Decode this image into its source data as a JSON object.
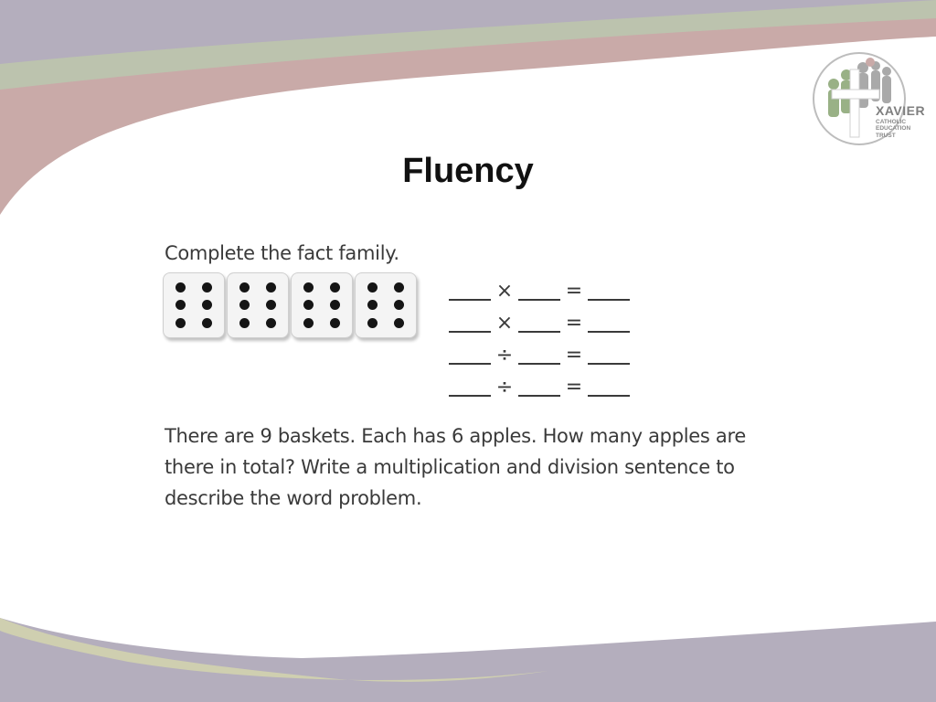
{
  "slide": {
    "title": "Fluency"
  },
  "logo": {
    "name": "XAVIER",
    "line1": "CATHOLIC",
    "line2": "EDUCATION",
    "line3": "TRUST"
  },
  "activity": {
    "heading": "Complete the fact family.",
    "dice_pips_each": 6,
    "dice_count": 4,
    "equations": [
      {
        "operator": "×",
        "equals": "="
      },
      {
        "operator": "×",
        "equals": "="
      },
      {
        "operator": "÷",
        "equals": "="
      },
      {
        "operator": "÷",
        "equals": "="
      }
    ],
    "word_problem": "There are 9 baskets. Each has 6 apples. How many apples are there in total? Write a multiplication and division sentence to describe the word problem."
  },
  "colors": {
    "band_purple": "#b4aebd",
    "band_green": "#bcc3ae",
    "band_rose": "#c9aaa8",
    "band_olive": "#cfcfb0",
    "logo_green": "#8fa97a",
    "logo_grey": "#8a8a8a"
  }
}
